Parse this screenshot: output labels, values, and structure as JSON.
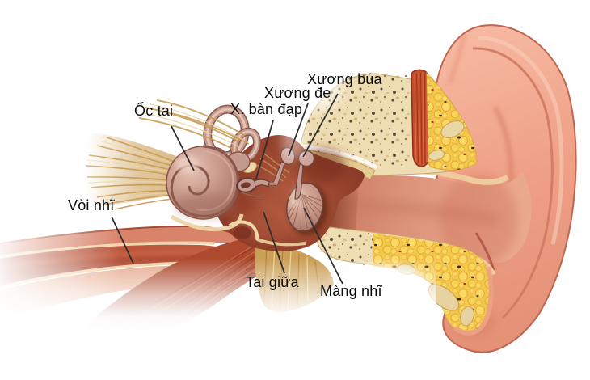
{
  "figure": {
    "kind": "ear-anatomy-diagram",
    "background_color": "#ffffff",
    "label_color": "#0b0b0b",
    "leader_line_color": "#2e2e2e",
    "labels": {
      "cochlea": "Ốc tai",
      "stapes": "X. bàn đạp",
      "incus": "Xương đe",
      "malleus": "Xương búa",
      "eustachian_tube": "Vòi nhĩ",
      "middle_ear": "Tai giữa",
      "eardrum": "Màng nhĩ"
    },
    "palette": {
      "skin": "#f2a892",
      "skin_shadow": "#cf7860",
      "bone_speckled": "#eedcb2",
      "fat_yellow": "#f3c94a",
      "cream_lining": "#f1cba0",
      "cavity_maroon": "#8e3a26",
      "muscle_red": "#b04c30",
      "ossicle_mauve": "#cfa49c",
      "cochlea_rose": "#c89a90",
      "nerve_tan": "#c89a50"
    }
  }
}
